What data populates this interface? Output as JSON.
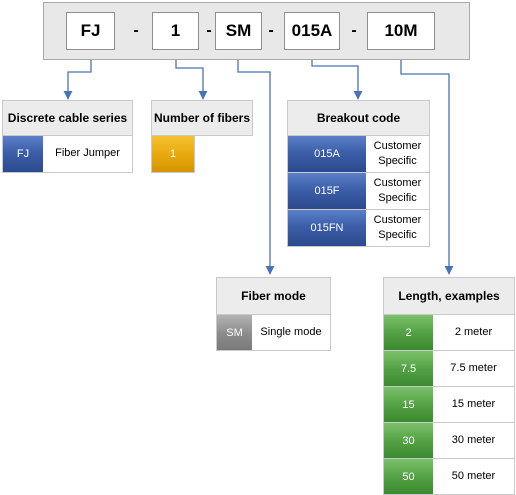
{
  "code_segments": [
    "FJ",
    "1",
    "SM",
    "015A",
    "10M"
  ],
  "separator": "-",
  "colors": {
    "connector": "#4a72b8",
    "series_code": "#3c5ea9",
    "fiber_count": "#e8a70c",
    "fiber_mode": "#8b8b8b",
    "breakout": "#3c5ea9",
    "length": "#54a244"
  },
  "cable_series": {
    "title": "Discrete cable series",
    "rows": [
      {
        "code": "FJ",
        "label": "Fiber Jumper"
      }
    ]
  },
  "fiber_count": {
    "title": "Number of fibers",
    "rows": [
      {
        "code": "1"
      }
    ]
  },
  "breakout": {
    "title": "Breakout code",
    "rows": [
      {
        "code": "015A",
        "line1": "Customer",
        "line2": "Specific"
      },
      {
        "code": "015F",
        "line1": "Customer",
        "line2": "Specific"
      },
      {
        "code": "015FN",
        "line1": "Customer",
        "line2": "Specific"
      }
    ]
  },
  "fiber_mode": {
    "title": "Fiber mode",
    "rows": [
      {
        "code": "SM",
        "label": "Single mode"
      }
    ]
  },
  "length": {
    "title": "Length, examples",
    "rows": [
      {
        "code": "2",
        "label": "2 meter"
      },
      {
        "code": "7.5",
        "label": "7.5 meter"
      },
      {
        "code": "15",
        "label": "15 meter"
      },
      {
        "code": "30",
        "label": "30 meter"
      },
      {
        "code": "50",
        "label": "50 meter"
      }
    ]
  }
}
